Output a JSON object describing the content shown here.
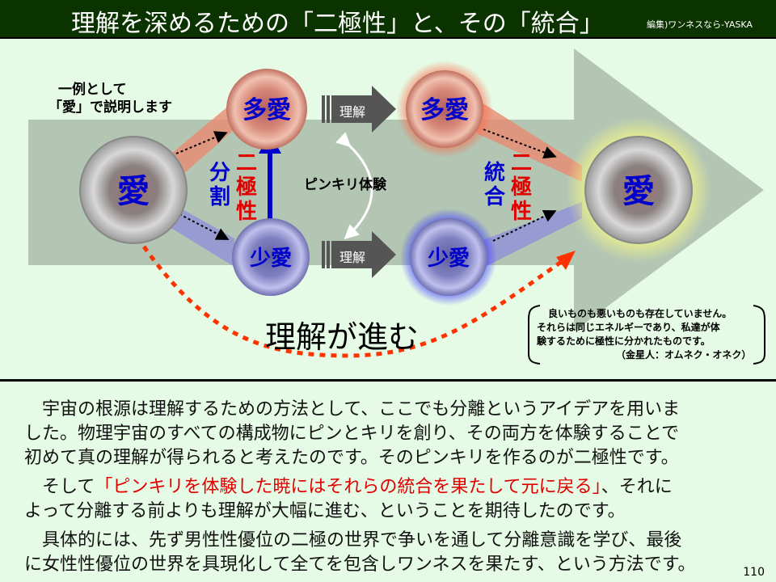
{
  "header": {
    "title": "理解を深めるための「二極性」と、その「統合」",
    "credit": "編集)ワンネスなら-YASKA"
  },
  "diagram": {
    "example_line1": "一例として",
    "example_line2": "「愛」で説明します",
    "love_left": "愛",
    "love_right": "愛",
    "much_love_left": "多愛",
    "much_love_right": "多愛",
    "little_love_left": "少愛",
    "little_love_right": "少愛",
    "understand_top": "理解",
    "understand_bottom": "理解",
    "split_chars": [
      "分",
      "割"
    ],
    "polarity_left_chars": [
      "二",
      "極",
      "性"
    ],
    "integration_chars": [
      "統",
      "合"
    ],
    "polarity_right_chars": [
      "二",
      "極",
      "性"
    ],
    "pinkiri_experience": "ピンキリ体験",
    "understanding_advances": "理解が進む",
    "quote_lines": [
      "良いものも悪いものも存在していません。",
      "それらは同じエネルギーであり、私達が体",
      "験するために極性に分かれたものです。",
      "（金星人：オムネク・オネク）"
    ],
    "colors": {
      "blue": "#0000cc",
      "red": "#e00000",
      "arrow_gray": "#555555",
      "dotted_red": "#ff3300"
    }
  },
  "body": {
    "p1": [
      "宇宙の根源は理解するための方法として、ここでも分離というアイデアを用いま",
      "した。物理宇宙のすべての構成物にピンとキリを創り、その両方を体験することで",
      "初めて真の理解が得られると考えたのです。そのピンキリを作るのが二極性です。"
    ],
    "p2_prefix": "そして",
    "p2_red": "「ピンキリを体験した暁にはそれらの統合を果たして元に戻る」",
    "p2_suffix": "、それに",
    "p2_line2": "よって分離する前よりも理解が大幅に進む、ということを期待したのです。",
    "p3": [
      "具体的には、先ず男性性優位の二極の世界で争いを通して分離意識を学び、最後",
      "に女性性優位の世界を具現化して全てを包含しワンネスを果たす、という方法です。"
    ]
  },
  "page_number": "110"
}
